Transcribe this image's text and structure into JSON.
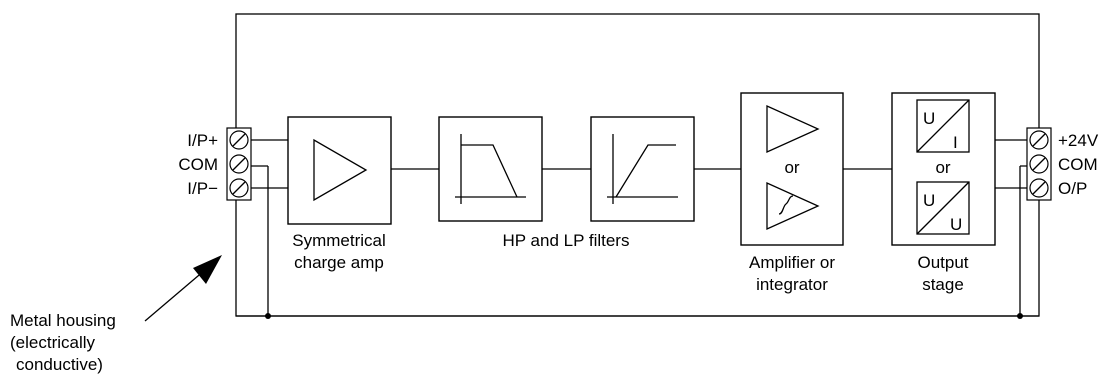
{
  "input_terminals": [
    "I/P+",
    "COM",
    "I/P−"
  ],
  "output_terminals": [
    "+24V",
    "COM",
    "O/P"
  ],
  "blocks": {
    "charge_amp": {
      "line1": "Symmetrical",
      "line2": "charge amp"
    },
    "filters": {
      "label": "HP and LP filters"
    },
    "amplifier": {
      "or_label": "or",
      "line1": "Amplifier or",
      "line2": "integrator"
    },
    "output_stage": {
      "u_top": "U",
      "i_label": "I",
      "or_label": "or",
      "u_bottom_top": "U",
      "u_bottom": "U",
      "line1": "Output",
      "line2": "stage"
    }
  },
  "housing_note": {
    "line1": "Metal housing",
    "line2": "(electrically",
    "line3": "conductive)"
  }
}
